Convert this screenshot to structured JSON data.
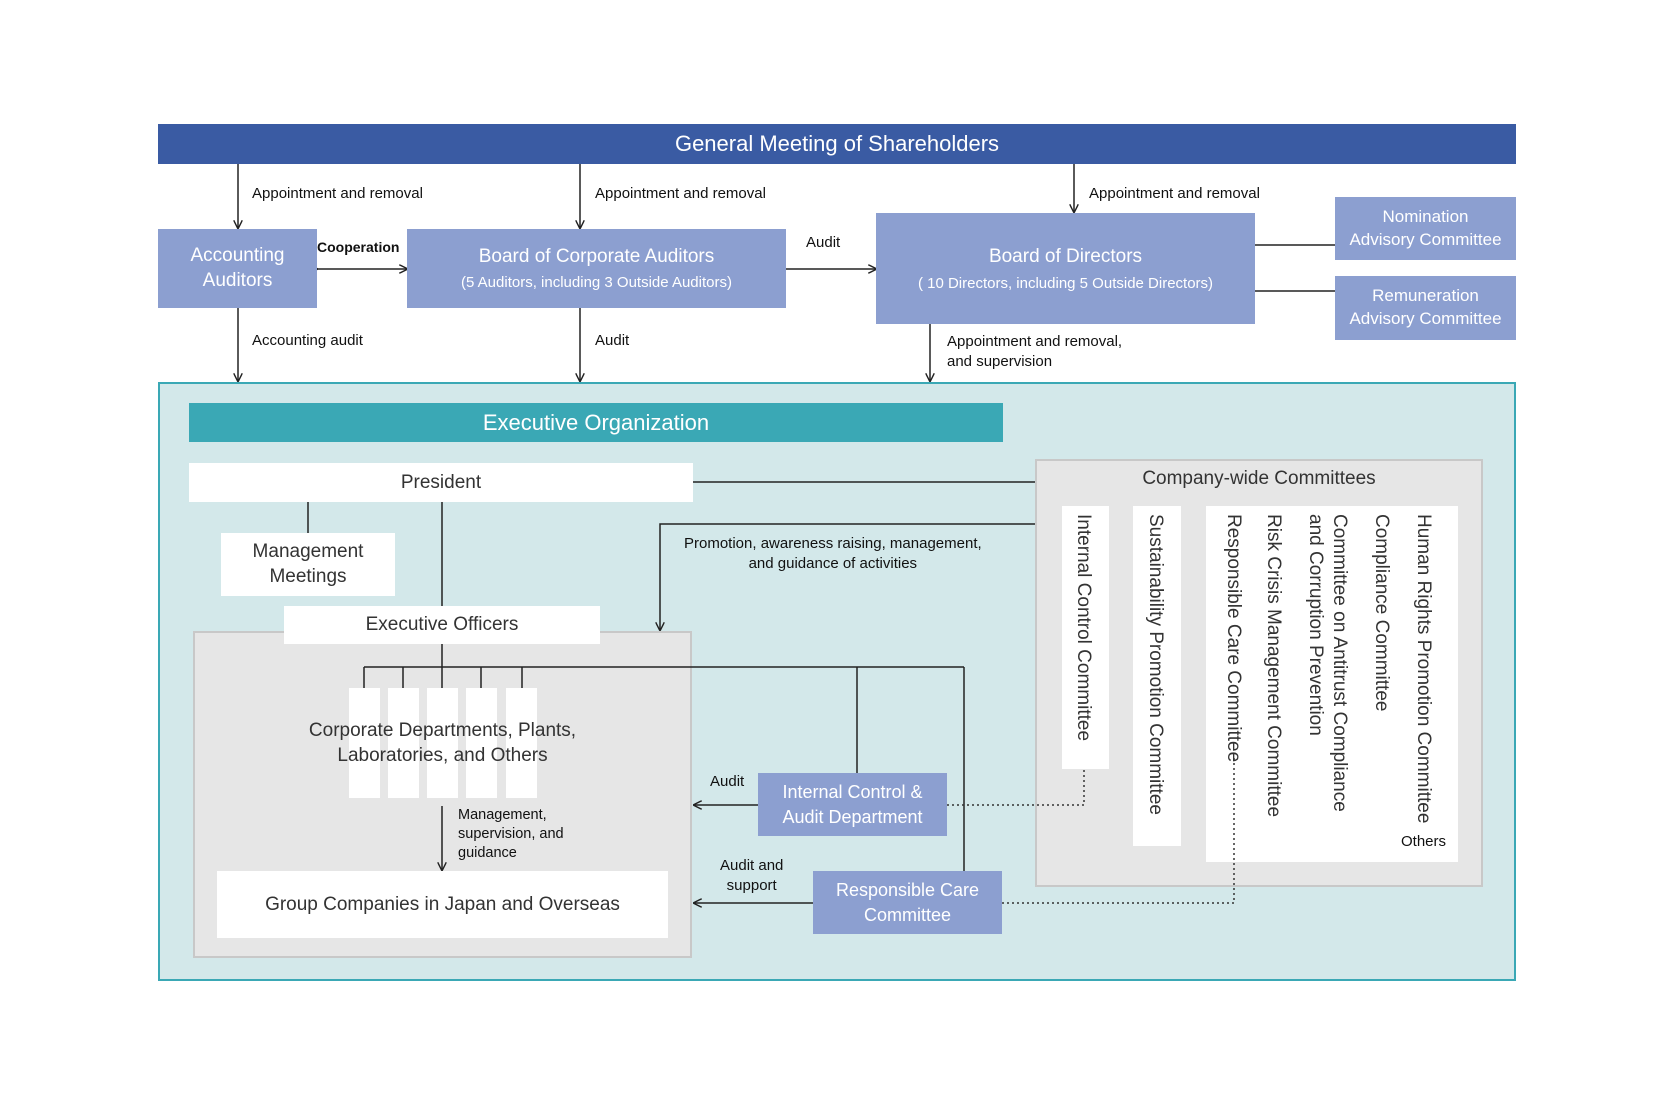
{
  "header": {
    "title": "General Meeting of Shareholders"
  },
  "boxes": {
    "accounting_auditors": "Accounting\nAuditors",
    "corporate_auditors_title": "Board of Corporate Auditors",
    "corporate_auditors_sub": "(5 Auditors, including 3 Outside Auditors)",
    "directors_title": "Board of Directors",
    "directors_sub": "( 10 Directors, including 5 Outside Directors)",
    "nomination": "Nomination\nAdvisory Committee",
    "remuneration": "Remuneration\nAdvisory Committee",
    "executive_org": "Executive Organization",
    "president": "President",
    "management_meetings": "Management\nMeetings",
    "executive_officers": "Executive Officers",
    "corporate_departments": "Corporate Departments, Plants,\nLaboratories, and Others",
    "group_companies": "Group Companies in Japan and Overseas",
    "internal_control_dept": "Internal Control &\nAudit Department",
    "responsible_care": "Responsible Care\nCommittee",
    "company_wide": "Company-wide Committees"
  },
  "committees": [
    "Internal Control Committee",
    "Sustainability Promotion Committee",
    "Responsible Care Committee",
    "Risk Crisis Management Committee",
    "and Corruption Prevention",
    "Committee on Antitrust Compliance",
    "Compliance Committee",
    "Human Rights Promotion Committee"
  ],
  "others": "Others",
  "labels": {
    "appointment_1": "Appointment and removal",
    "appointment_2": "Appointment and removal",
    "appointment_3": "Appointment and removal",
    "cooperation": "Cooperation",
    "audit_top": "Audit",
    "accounting_audit": "Accounting audit",
    "audit_mid": "Audit",
    "appointment_supervision": "Appointment and removal,\nand supervision",
    "promotion": "Promotion, awareness raising, management,\nand guidance of activities",
    "audit_internal": "Audit",
    "audit_support": "Audit and\nsupport",
    "management_supervision": "Management,\nsupervision, and\nguidance"
  },
  "colors": {
    "header_blue": "#3a5ba3",
    "box_blue": "#8c9fd0",
    "teal": "#3aa8b5",
    "teal_bg": "#d3e8ea",
    "gray_panel": "#e6e6e6"
  }
}
